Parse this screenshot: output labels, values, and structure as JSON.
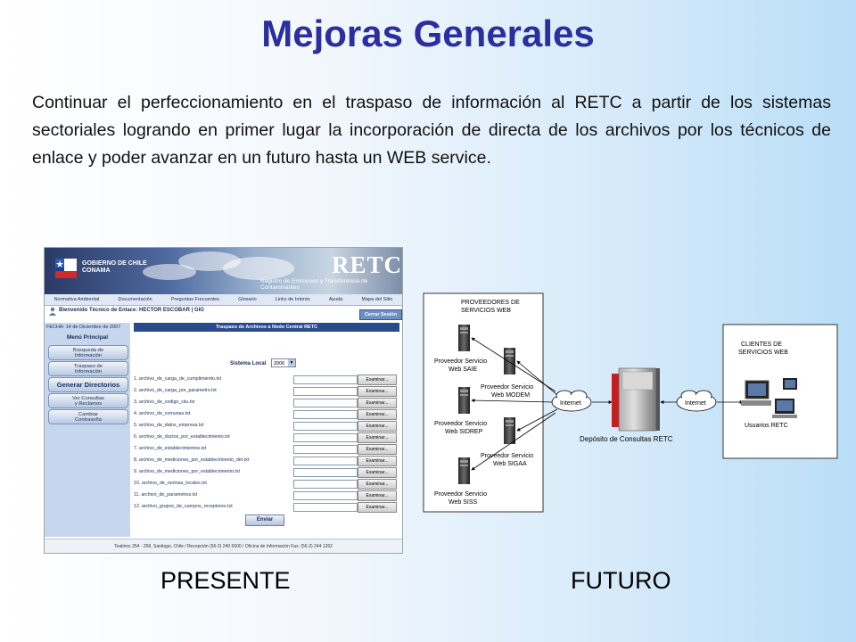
{
  "slide": {
    "title": "Mejoras Generales",
    "paragraph": "Continuar el perfeccionamiento en el traspaso de información al RETC a partir de los sistemas sectoriales logrando en primer lugar la incorporación de directa de los archivos por los técnicos de enlace y poder avanzar en un futuro hasta un WEB service.",
    "caption_left": "PRESENTE",
    "caption_right": "FUTURO"
  },
  "presente": {
    "gov_line1": "GOBIERNO DE CHILE",
    "gov_line2": "CONAMA",
    "retc_title": "RETC",
    "retc_subtitle": "Registro de Emisiones y Transferencia de Contaminantes",
    "nav": [
      "Normativa Ambiental",
      "Documentación",
      "Preguntas Frecuentes",
      "Glosario",
      "Links de Interés",
      "Ayuda",
      "Mapa del Sitio"
    ],
    "welcome": "Bienvenido Técnico de Enlace: HECTOR ESCOBAR | GIG",
    "cerrar": "Cerrar Sesión",
    "fecha": "FECHA: 14 de Diciembre de 2007",
    "menu_title": "Menú Principal",
    "menu": [
      {
        "line1": "Búsqueda de",
        "line2": "Información",
        "big": false
      },
      {
        "line1": "Traspaso de",
        "line2": "Información",
        "big": false
      },
      {
        "line1": "Generar Directorios",
        "line2": "",
        "big": true
      },
      {
        "line1": "Ver Consultas",
        "line2": "y Reclamos",
        "big": false
      },
      {
        "line1": "Cambiar",
        "line2": "Contraseña",
        "big": false
      }
    ],
    "content_title": "Traspaso de Archivos a Nodo Central RETC",
    "sistema_label": "Sistema Local",
    "sistema_value": "2006",
    "files": [
      "1. archivo_de_carga_de_cumplimiento.txt",
      "2. archivo_de_carga_por_parametro.txt",
      "3. archivo_de_codigo_ciiu.txt",
      "4. archivo_de_comunas.txt",
      "5. archivo_de_datos_empresa.txt",
      "6. archivo_de_ductos_por_establecimiento.txt",
      "7. archivo_de_establecimientos.txt",
      "8. archivo_de_mediciones_por_establecimiento_det.txt",
      "9. archivo_de_mediciones_por_establecimiento.txt",
      "10. archivo_de_normas_locales.txt",
      "11. archivo_de_parametros.txt",
      "12. archivo_grupos_de_cuerpos_receptores.txt"
    ],
    "examinar": "Examinar...",
    "enviar": "Enviar",
    "footer": "Teatinos 254 - 258, Santiago, Chile / Recepción (56-2) 240 5600 / Oficina de Información Fax: (56-2) 244 1262"
  },
  "futuro": {
    "providers_title_1": "PROVEEDORES DE",
    "providers_title_2": "SERVICIOS WEB",
    "clients_title_1": "CLIENTES DE",
    "clients_title_2": "SERVICIOS WEB",
    "internet": "Internet",
    "server_label": "Depósito de Consultas RETC",
    "users_label": "Usuarios RETC",
    "providers": [
      {
        "line1": "Proveedor Servicio",
        "line2": "Web SAIE"
      },
      {
        "line1": "Proveedor Servicio",
        "line2": "Web MODEM"
      },
      {
        "line1": "Proveedor Servicio",
        "line2": "Web SIDREP"
      },
      {
        "line1": "Proveedor Servicio",
        "line2": "Web SIGAA"
      },
      {
        "line1": "Proveedor Servicio",
        "line2": "Web SISS"
      }
    ]
  }
}
